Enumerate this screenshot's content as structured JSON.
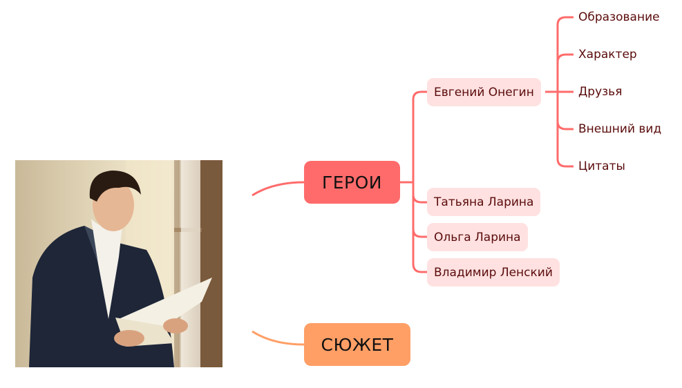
{
  "diagram": {
    "type": "mind-map",
    "image": {
      "alt": "Portrait of a young man in a dark coat reading a letter by a window"
    },
    "colors": {
      "heroes_branch": "#ff6b6b",
      "plot_branch": "#ff9f66",
      "sub_node_bg": "#ffe1e1",
      "sub_node_text": "#5a0b0b"
    },
    "branches": [
      {
        "label": "ГЕРОИ",
        "children": [
          {
            "label": "Евгений Онегин",
            "children": [
              "Образование",
              "Характер",
              "Друзья",
              "Внешний вид",
              "Цитаты"
            ]
          },
          {
            "label": "Татьяна Ларина"
          },
          {
            "label": "Ольга Ларина"
          },
          {
            "label": "Владимир Ленский"
          }
        ]
      },
      {
        "label": "СЮЖЕТ"
      }
    ]
  }
}
